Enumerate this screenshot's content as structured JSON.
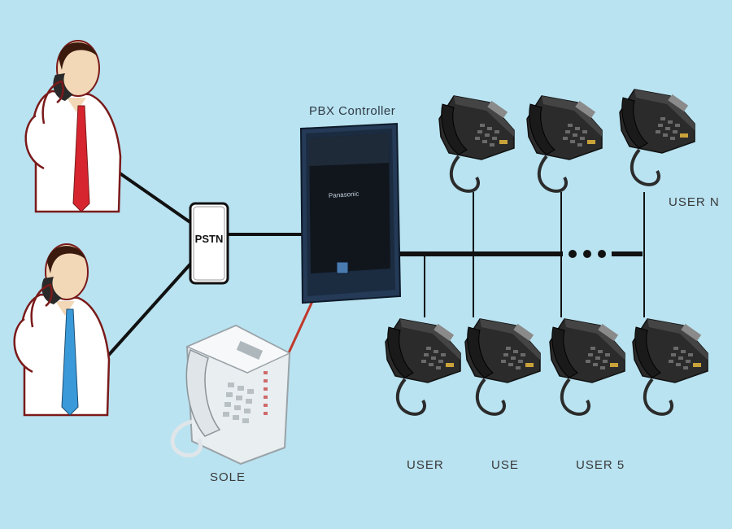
{
  "pbx": {
    "title": "PBX Controller",
    "brand": "Panasonic"
  },
  "pstn": {
    "label": "PSTN"
  },
  "console": {
    "label": "SOLE"
  },
  "users": {
    "user_n": "USER N",
    "user_1": "USER",
    "user_2": "USE",
    "user_3": "USER 5"
  },
  "colors": {
    "background": "#b9e3f1",
    "console_line": "#c0392b",
    "wire": "#111111",
    "shirt": "#ffffff",
    "tie_red": "#d6252f",
    "tie_blue": "#3a9ad9"
  },
  "icons": [
    "person-on-phone-icon",
    "office-phone-icon",
    "console-phone-icon",
    "pbx-cabinet-icon"
  ]
}
